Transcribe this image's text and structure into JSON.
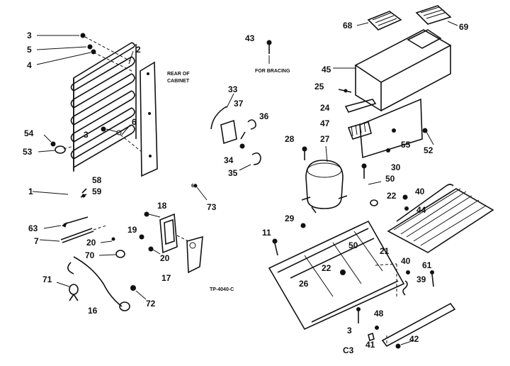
{
  "diagram": {
    "callouts": [
      {
        "id": "c3a",
        "text": "3"
      },
      {
        "id": "c5",
        "text": "5"
      },
      {
        "id": "c4",
        "text": "4"
      },
      {
        "id": "c2",
        "text": "2"
      },
      {
        "id": "c3b",
        "text": "3"
      },
      {
        "id": "c6",
        "text": "6"
      },
      {
        "id": "c54",
        "text": "54"
      },
      {
        "id": "c53",
        "text": "53"
      },
      {
        "id": "c1",
        "text": "1"
      },
      {
        "id": "c58",
        "text": "58"
      },
      {
        "id": "c59",
        "text": "59"
      },
      {
        "id": "c63",
        "text": "63"
      },
      {
        "id": "c7",
        "text": "7"
      },
      {
        "id": "c20a",
        "text": "20"
      },
      {
        "id": "c70",
        "text": "70"
      },
      {
        "id": "c71",
        "text": "71"
      },
      {
        "id": "c16",
        "text": "16"
      },
      {
        "id": "c72",
        "text": "72"
      },
      {
        "id": "c18",
        "text": "18"
      },
      {
        "id": "c19",
        "text": "19"
      },
      {
        "id": "c20b",
        "text": "20"
      },
      {
        "id": "c17",
        "text": "17"
      },
      {
        "id": "c60",
        "text": "60"
      },
      {
        "id": "c73",
        "text": "73"
      },
      {
        "id": "c33",
        "text": "33"
      },
      {
        "id": "c37",
        "text": "37"
      },
      {
        "id": "c36",
        "text": "36"
      },
      {
        "id": "c34",
        "text": "34"
      },
      {
        "id": "c35",
        "text": "35"
      },
      {
        "id": "c43",
        "text": "43"
      },
      {
        "id": "c45",
        "text": "45"
      },
      {
        "id": "c25",
        "text": "25"
      },
      {
        "id": "c24",
        "text": "24"
      },
      {
        "id": "c47",
        "text": "47"
      },
      {
        "id": "c68",
        "text": "68"
      },
      {
        "id": "c69",
        "text": "69"
      },
      {
        "id": "c28",
        "text": "28"
      },
      {
        "id": "c27",
        "text": "27"
      },
      {
        "id": "c55",
        "text": "55"
      },
      {
        "id": "c52",
        "text": "52"
      },
      {
        "id": "c30",
        "text": "30"
      },
      {
        "id": "c50a",
        "text": "50"
      },
      {
        "id": "c22a",
        "text": "22"
      },
      {
        "id": "c40a",
        "text": "40"
      },
      {
        "id": "c44",
        "text": "44"
      },
      {
        "id": "c29",
        "text": "29"
      },
      {
        "id": "c11",
        "text": "11"
      },
      {
        "id": "c50b",
        "text": "50"
      },
      {
        "id": "c21",
        "text": "21"
      },
      {
        "id": "c22b",
        "text": "22"
      },
      {
        "id": "c26",
        "text": "26"
      },
      {
        "id": "c40b",
        "text": "40"
      },
      {
        "id": "c61",
        "text": "61"
      },
      {
        "id": "c39",
        "text": "39"
      },
      {
        "id": "c3c",
        "text": "3"
      },
      {
        "id": "c48",
        "text": "48"
      },
      {
        "id": "c41",
        "text": "41"
      },
      {
        "id": "c42",
        "text": "42"
      },
      {
        "id": "cC3",
        "text": "C3"
      }
    ],
    "notes": {
      "rear_line1": "REAR OF",
      "rear_line2": "CABINET",
      "for_bracing": "FOR BRACING",
      "drawing_number": "TP-4040-C"
    }
  }
}
